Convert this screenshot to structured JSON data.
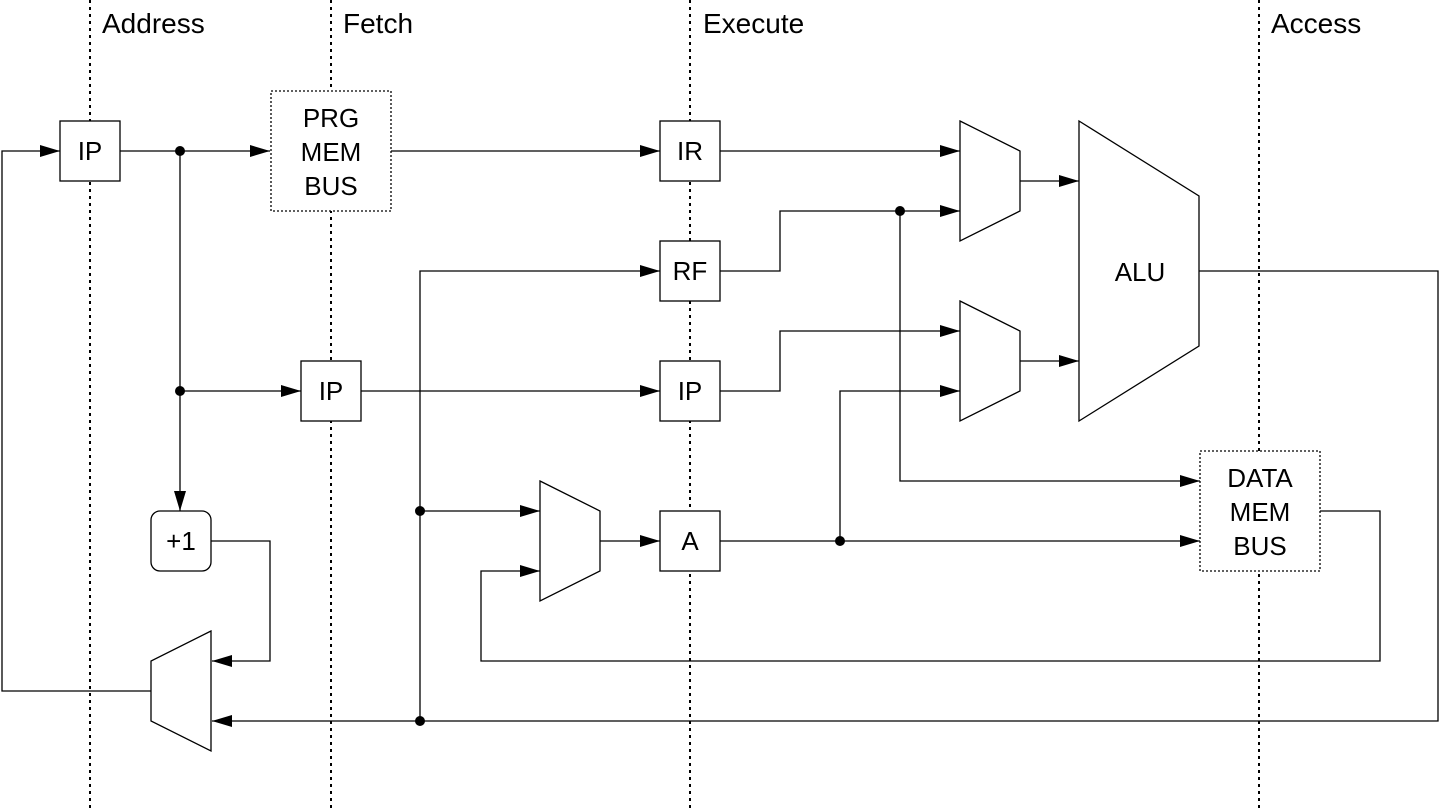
{
  "stages": [
    "Address",
    "Fetch",
    "Execute",
    "Access"
  ],
  "blocks": {
    "ip_address": "IP",
    "prg_mem_bus": [
      "PRG",
      "MEM",
      "BUS"
    ],
    "ir": "IR",
    "rf": "RF",
    "ip_fetch": "IP",
    "ip_execute": "IP",
    "increment": "+1",
    "a_register": "A",
    "alu": "ALU",
    "data_mem_bus": [
      "DATA",
      "MEM",
      "BUS"
    ]
  }
}
